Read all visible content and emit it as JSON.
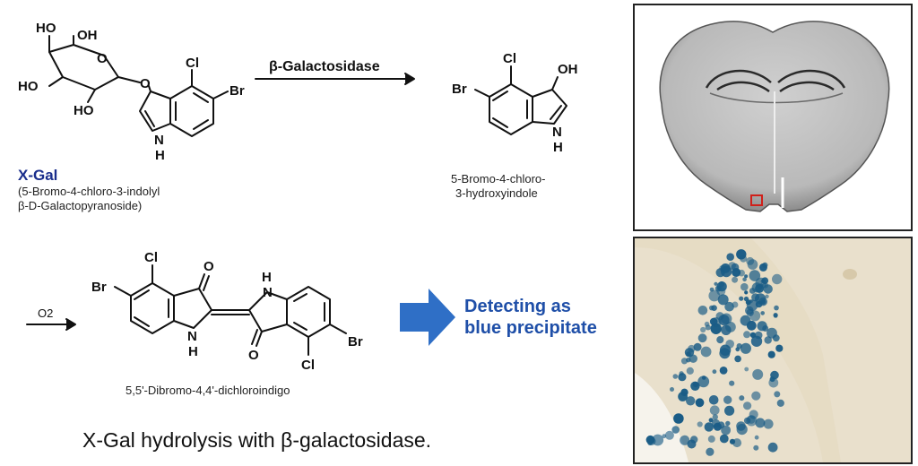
{
  "scheme": {
    "enzyme_label": "β-Galactosidase",
    "xgal_name": "X-Gal",
    "xgal_full_line1": "(5-Bromo-4-chloro-3-indolyl",
    "xgal_full_line2": "β-D-Galactopyranoside)",
    "product1_line1": "5-Bromo-4-chloro-",
    "product1_line2": "3-hydroxyindole",
    "oxidant_label": "O2",
    "product2_name": "5,5'-Dibromo-4,4'-dichloroindigo",
    "result_line1": "Detecting as",
    "result_line2": "blue precipitate",
    "caption": "X-Gal hydrolysis with β-galactosidase."
  },
  "atoms": {
    "ho": "HO",
    "oh": "OH",
    "o": "O",
    "cl": "Cl",
    "br": "Br",
    "n": "N",
    "h": "H"
  },
  "colors": {
    "xgal_blue": "#1a2e8c",
    "result_blue": "#1f4fa8",
    "arrow_blue": "#2f6fc6",
    "stain_blue": "#1a5c86",
    "roi_red": "#d0201a",
    "tissue_bg": "#e9e0cc"
  }
}
